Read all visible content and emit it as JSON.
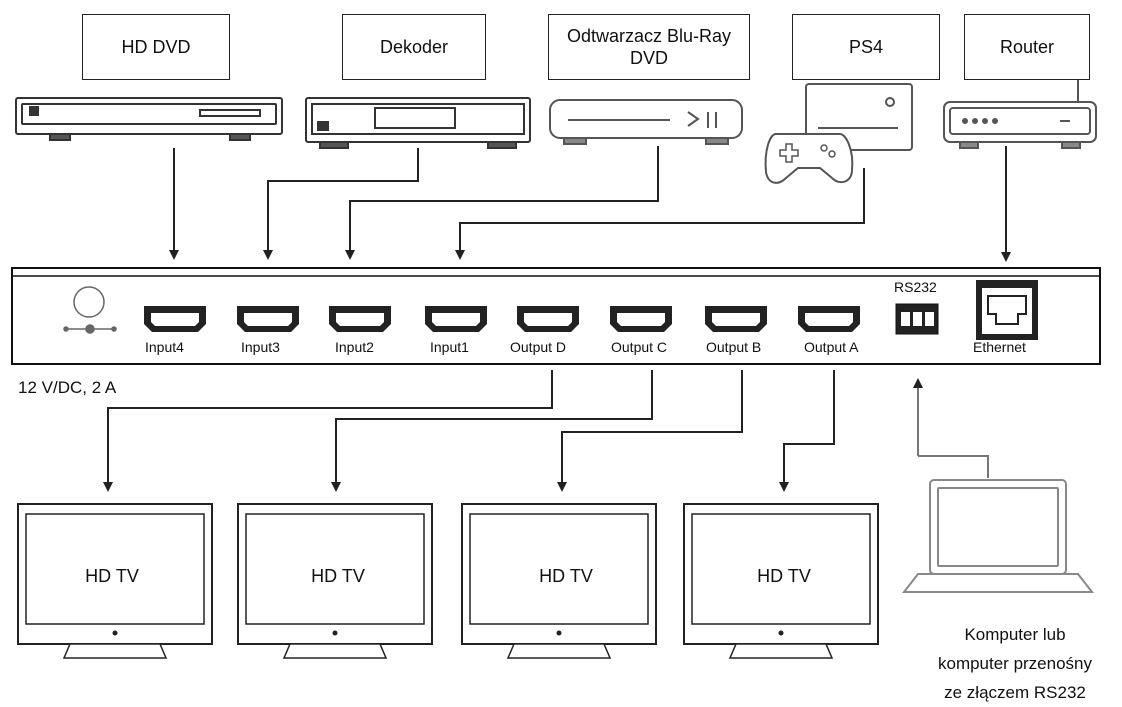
{
  "sources": [
    {
      "id": "hd-dvd",
      "label": "HD DVD"
    },
    {
      "id": "dekoder",
      "label": "Dekoder"
    },
    {
      "id": "bluray",
      "label": "Odtwarzacz Blu-Ray DVD",
      "line1": "Odtwarzacz Blu-Ray",
      "line2": "DVD"
    },
    {
      "id": "ps4",
      "label": "PS4"
    },
    {
      "id": "router",
      "label": "Router"
    }
  ],
  "switch": {
    "inputs": [
      "Input4",
      "Input3",
      "Input2",
      "Input1"
    ],
    "outputs": [
      "Output D",
      "Output C",
      "Output B",
      "Output A"
    ],
    "rs232_label": "RS232",
    "ethernet_label": "Ethernet",
    "power_label": "12 V/DC, 2 A"
  },
  "displays": [
    "HD TV",
    "HD TV",
    "HD TV",
    "HD TV"
  ],
  "laptop": {
    "caption_lines": [
      "Komputer lub",
      "komputer przenośny",
      "ze złączem RS232"
    ]
  }
}
